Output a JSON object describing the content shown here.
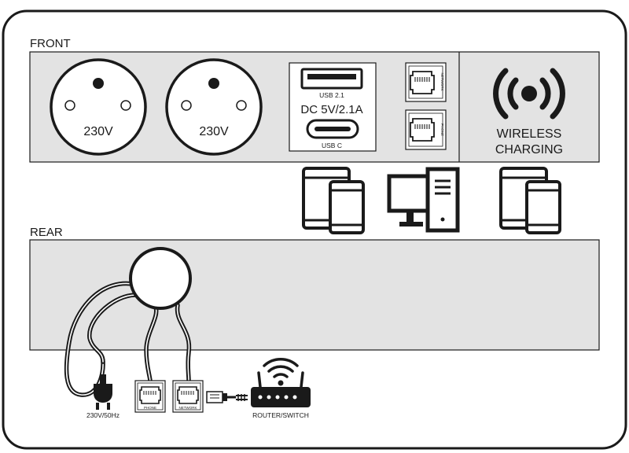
{
  "sections": {
    "front": "FRONT",
    "rear": "REAR"
  },
  "front_panel": {
    "sockets": [
      {
        "voltage": "230V"
      },
      {
        "voltage": "230V"
      }
    ],
    "usb": {
      "usb_a_label": "USB 2.1",
      "rating": "DC 5V/2.1A",
      "usb_c_label": "USB C"
    },
    "rj45": {
      "top_label": "NETWORK",
      "bottom_label": "PHONE"
    },
    "wireless": {
      "line1": "WIRELESS",
      "line2": "CHARGING"
    }
  },
  "rear_panel": {
    "power_label": "230V/50Hz",
    "phone_label": "PHONE",
    "network_label": "NETWORK",
    "router_label": "ROUTER/SWITCH"
  },
  "icons": {
    "devices_left": "tablet-phone-icon",
    "computer": "desktop-computer-icon",
    "devices_right": "tablet-phone-icon",
    "wireless": "wireless-signal-icon",
    "plug": "power-plug-icon",
    "router": "router-icon"
  },
  "colors": {
    "panel": "#e3e3e3",
    "stroke": "#1a1a1a",
    "white": "#ffffff"
  }
}
